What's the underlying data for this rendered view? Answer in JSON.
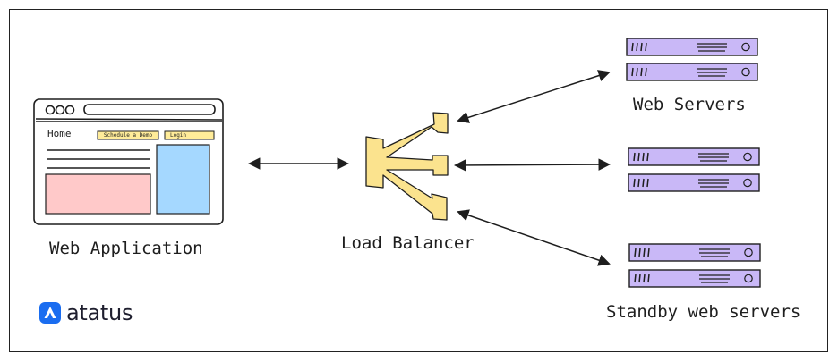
{
  "labels": {
    "web_application": "Web Application",
    "load_balancer": "Load Balancer",
    "web_servers": "Web Servers",
    "standby_web_servers": "Standby web servers"
  },
  "browser": {
    "nav_home": "Home",
    "button_demo": "Schedule a Demo",
    "button_login": "Login"
  },
  "brand": {
    "name": "atatus"
  },
  "colors": {
    "server_fill": "#c9b8f7",
    "server_stroke": "#1e1e1e",
    "lb_fill": "#fbe38e",
    "pink_block": "#ffc9c9",
    "blue_block": "#a5d8ff",
    "button_fill": "#ffec99",
    "brand_blue": "#1a6df0"
  }
}
